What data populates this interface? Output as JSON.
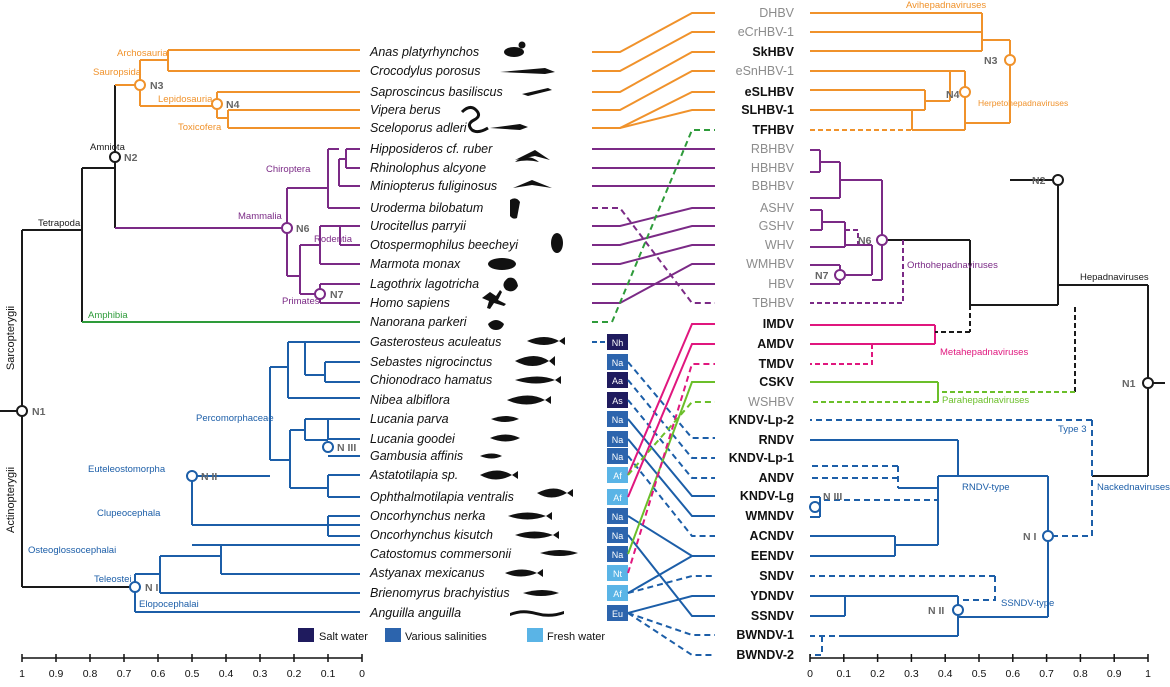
{
  "colors": {
    "black": "#1a1a1a",
    "orange": "#f0922b",
    "purple": "#7b2a86",
    "green": "#2e9b3a",
    "blue": "#1c5ea8",
    "magenta": "#e0177e",
    "lime": "#6bbf2a",
    "salt": "#1f1b5e",
    "various": "#2c64ad",
    "fresh": "#5ab4e6"
  },
  "host_clades": {
    "sarcopterygii": "Sarcopterygii",
    "actinopterygii": "Actinopterygii",
    "tetrapoda": "Tetrapoda",
    "amniota": "Amniota",
    "archosauria": "Archosauria",
    "sauropsida": "Sauropsida",
    "lepidosauria": "Lepidosauria",
    "toxicofera": "Toxicofera",
    "chiroptera": "Chiroptera",
    "mammalia": "Mammalia",
    "rodentia": "Rodentia",
    "primates": "Primates",
    "amphibia": "Amphibia",
    "percomorphaceae": "Percomorphaceae",
    "euteleostomorpha": "Euteleostomorpha",
    "clupeocephala": "Clupeocephala",
    "osteoglossocephalai": "Osteoglossocephalai",
    "teleostei": "Teleostei",
    "elopocephalai": "Elopocephalai"
  },
  "host_nodes": [
    "N1",
    "N2",
    "N3",
    "N4",
    "N6",
    "N7",
    "N I",
    "N II",
    "N III"
  ],
  "virus_nodes": [
    "N1",
    "N2",
    "N3",
    "N4",
    "N6",
    "N7",
    "N I",
    "N II",
    "N III"
  ],
  "hosts": [
    "Anas platyrhynchos",
    "Crocodylus porosus",
    "Saproscincus basiliscus",
    "Vipera berus",
    "Sceloporus adleri",
    "Hipposideros cf. ruber",
    "Rhinolophus alcyone",
    "Miniopterus fuliginosus",
    "Uroderma bilobatum",
    "Urocitellus parryii",
    "Otospermophilus beecheyi",
    "Marmota monax",
    "Lagothrix lagotricha",
    "Homo sapiens",
    "Nanorana parkeri",
    "Gasterosteus aculeatus",
    "Sebastes nigrocinctus",
    "Chionodraco hamatus",
    "Nibea albiflora",
    "Lucania parva",
    "Lucania goodei",
    "Gambusia affinis",
    "Astatotilapia sp.",
    "Ophthalmotilapia ventralis",
    "Oncorhynchus nerka",
    "Oncorhynchus kisutch",
    "Catostomus commersonii",
    "Astyanax mexicanus",
    "Brienomyrus brachyistius",
    "Anguilla anguilla"
  ],
  "habitats": [
    "Nh",
    "Na",
    "Aa",
    "As",
    "Na",
    "Na",
    "Na",
    "Af",
    "Af",
    "Na",
    "Na",
    "Na",
    "Nt",
    "Af",
    "Eu"
  ],
  "viruses": [
    {
      "name": "DHBV",
      "bold": false
    },
    {
      "name": "eCrHBV-1",
      "bold": false
    },
    {
      "name": "SkHBV",
      "bold": true
    },
    {
      "name": "eSnHBV-1",
      "bold": false
    },
    {
      "name": "eSLHBV",
      "bold": true
    },
    {
      "name": "SLHBV-1",
      "bold": true
    },
    {
      "name": "TFHBV",
      "bold": true
    },
    {
      "name": "RBHBV",
      "bold": false
    },
    {
      "name": "HBHBV",
      "bold": false
    },
    {
      "name": "BBHBV",
      "bold": false
    },
    {
      "name": "ASHV",
      "bold": false
    },
    {
      "name": "GSHV",
      "bold": false
    },
    {
      "name": "WHV",
      "bold": false
    },
    {
      "name": "WMHBV",
      "bold": false
    },
    {
      "name": "HBV",
      "bold": false
    },
    {
      "name": "TBHBV",
      "bold": false
    },
    {
      "name": "IMDV",
      "bold": true
    },
    {
      "name": "AMDV",
      "bold": true
    },
    {
      "name": "TMDV",
      "bold": true
    },
    {
      "name": "CSKV",
      "bold": true
    },
    {
      "name": "WSHBV",
      "bold": false
    },
    {
      "name": "KNDV-Lp-2",
      "bold": true
    },
    {
      "name": "RNDV",
      "bold": true
    },
    {
      "name": "KNDV-Lp-1",
      "bold": true
    },
    {
      "name": "ANDV",
      "bold": true
    },
    {
      "name": "KNDV-Lg",
      "bold": true
    },
    {
      "name": "WMNDV",
      "bold": true
    },
    {
      "name": "ACNDV",
      "bold": true
    },
    {
      "name": "EENDV",
      "bold": true
    },
    {
      "name": "SNDV",
      "bold": true
    },
    {
      "name": "YDNDV",
      "bold": true
    },
    {
      "name": "SSNDV",
      "bold": true
    },
    {
      "name": "BWNDV-1",
      "bold": true
    },
    {
      "name": "BWNDV-2",
      "bold": true
    }
  ],
  "virus_clades": {
    "avihepadnaviruses": "Avihepadnaviruses",
    "herpetohepadnaviruses": "Herpetohepadnaviruses",
    "orthohepadnaviruses": "Orthohepadnaviruses",
    "metahepadnaviruses": "Metahepadnaviruses",
    "parahepadnaviruses": "Parahepadnaviruses",
    "hepadnaviruses": "Hepadnaviruses",
    "nackednaviruses": "Nackednaviruses",
    "type3": "Type 3",
    "rndv_type": "RNDV-type",
    "ssndv_type": "SSNDV-type"
  },
  "legend": {
    "salt": "Salt water",
    "various": "Various salinities",
    "fresh": "Fresh water"
  },
  "left_axis_ticks": [
    "1",
    "0.9",
    "0.8",
    "0.7",
    "0.6",
    "0.5",
    "0.4",
    "0.3",
    "0.2",
    "0.1",
    "0"
  ],
  "right_axis_ticks": [
    "0",
    "0.1",
    "0.2",
    "0.3",
    "0.4",
    "0.5",
    "0.6",
    "0.7",
    "0.8",
    "0.9",
    "1"
  ]
}
